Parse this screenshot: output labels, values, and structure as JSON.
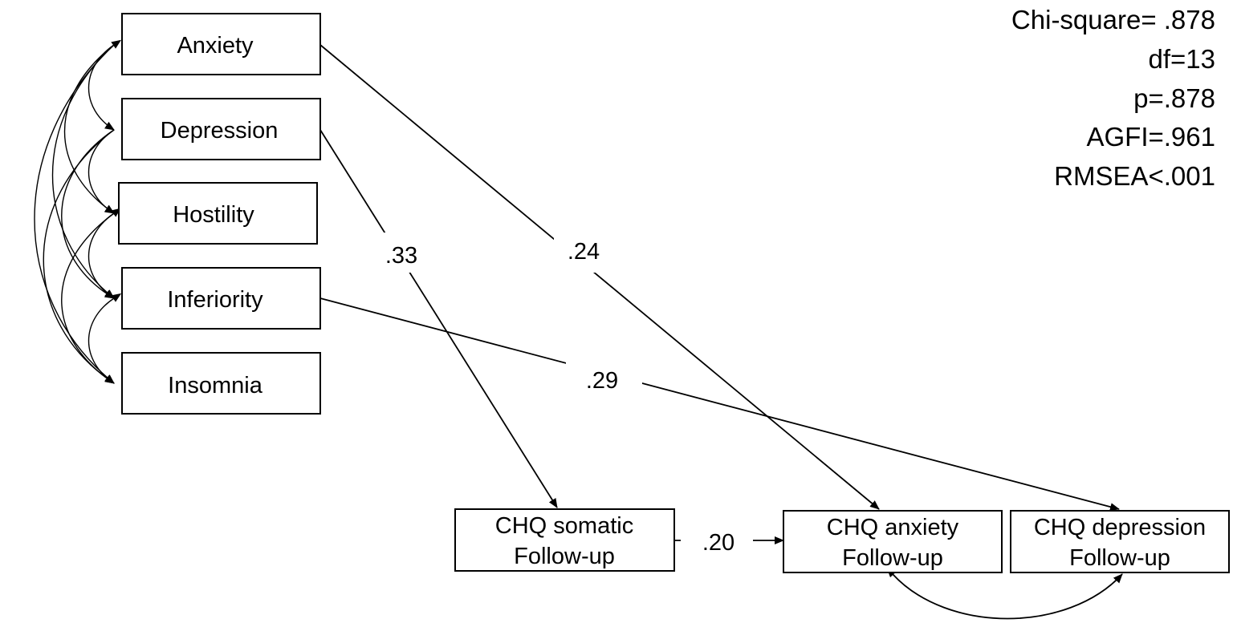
{
  "fit_stats": {
    "chi_square": "Chi-square= .878",
    "df": "df=13",
    "p": "p=.878",
    "agfi": "AGFI=.961",
    "rmsea": "RMSEA<.001"
  },
  "predictors": {
    "anxiety": "Anxiety",
    "depression": "Depression",
    "hostility": "Hostility",
    "inferiority": "Inferiority",
    "insomnia": "Insomnia"
  },
  "outcomes": {
    "somatic": {
      "line1": "CHQ somatic",
      "line2": "Follow-up"
    },
    "anxiety": {
      "line1": "CHQ anxiety",
      "line2": "Follow-up"
    },
    "depression": {
      "line1": "CHQ depression",
      "line2": "Follow-up"
    }
  },
  "paths": {
    "depression_to_somatic": ".33",
    "anxiety_to_chq_anxiety": ".24",
    "inferiority_to_chq_depression": ".29",
    "somatic_to_chq_anxiety": ".20"
  }
}
